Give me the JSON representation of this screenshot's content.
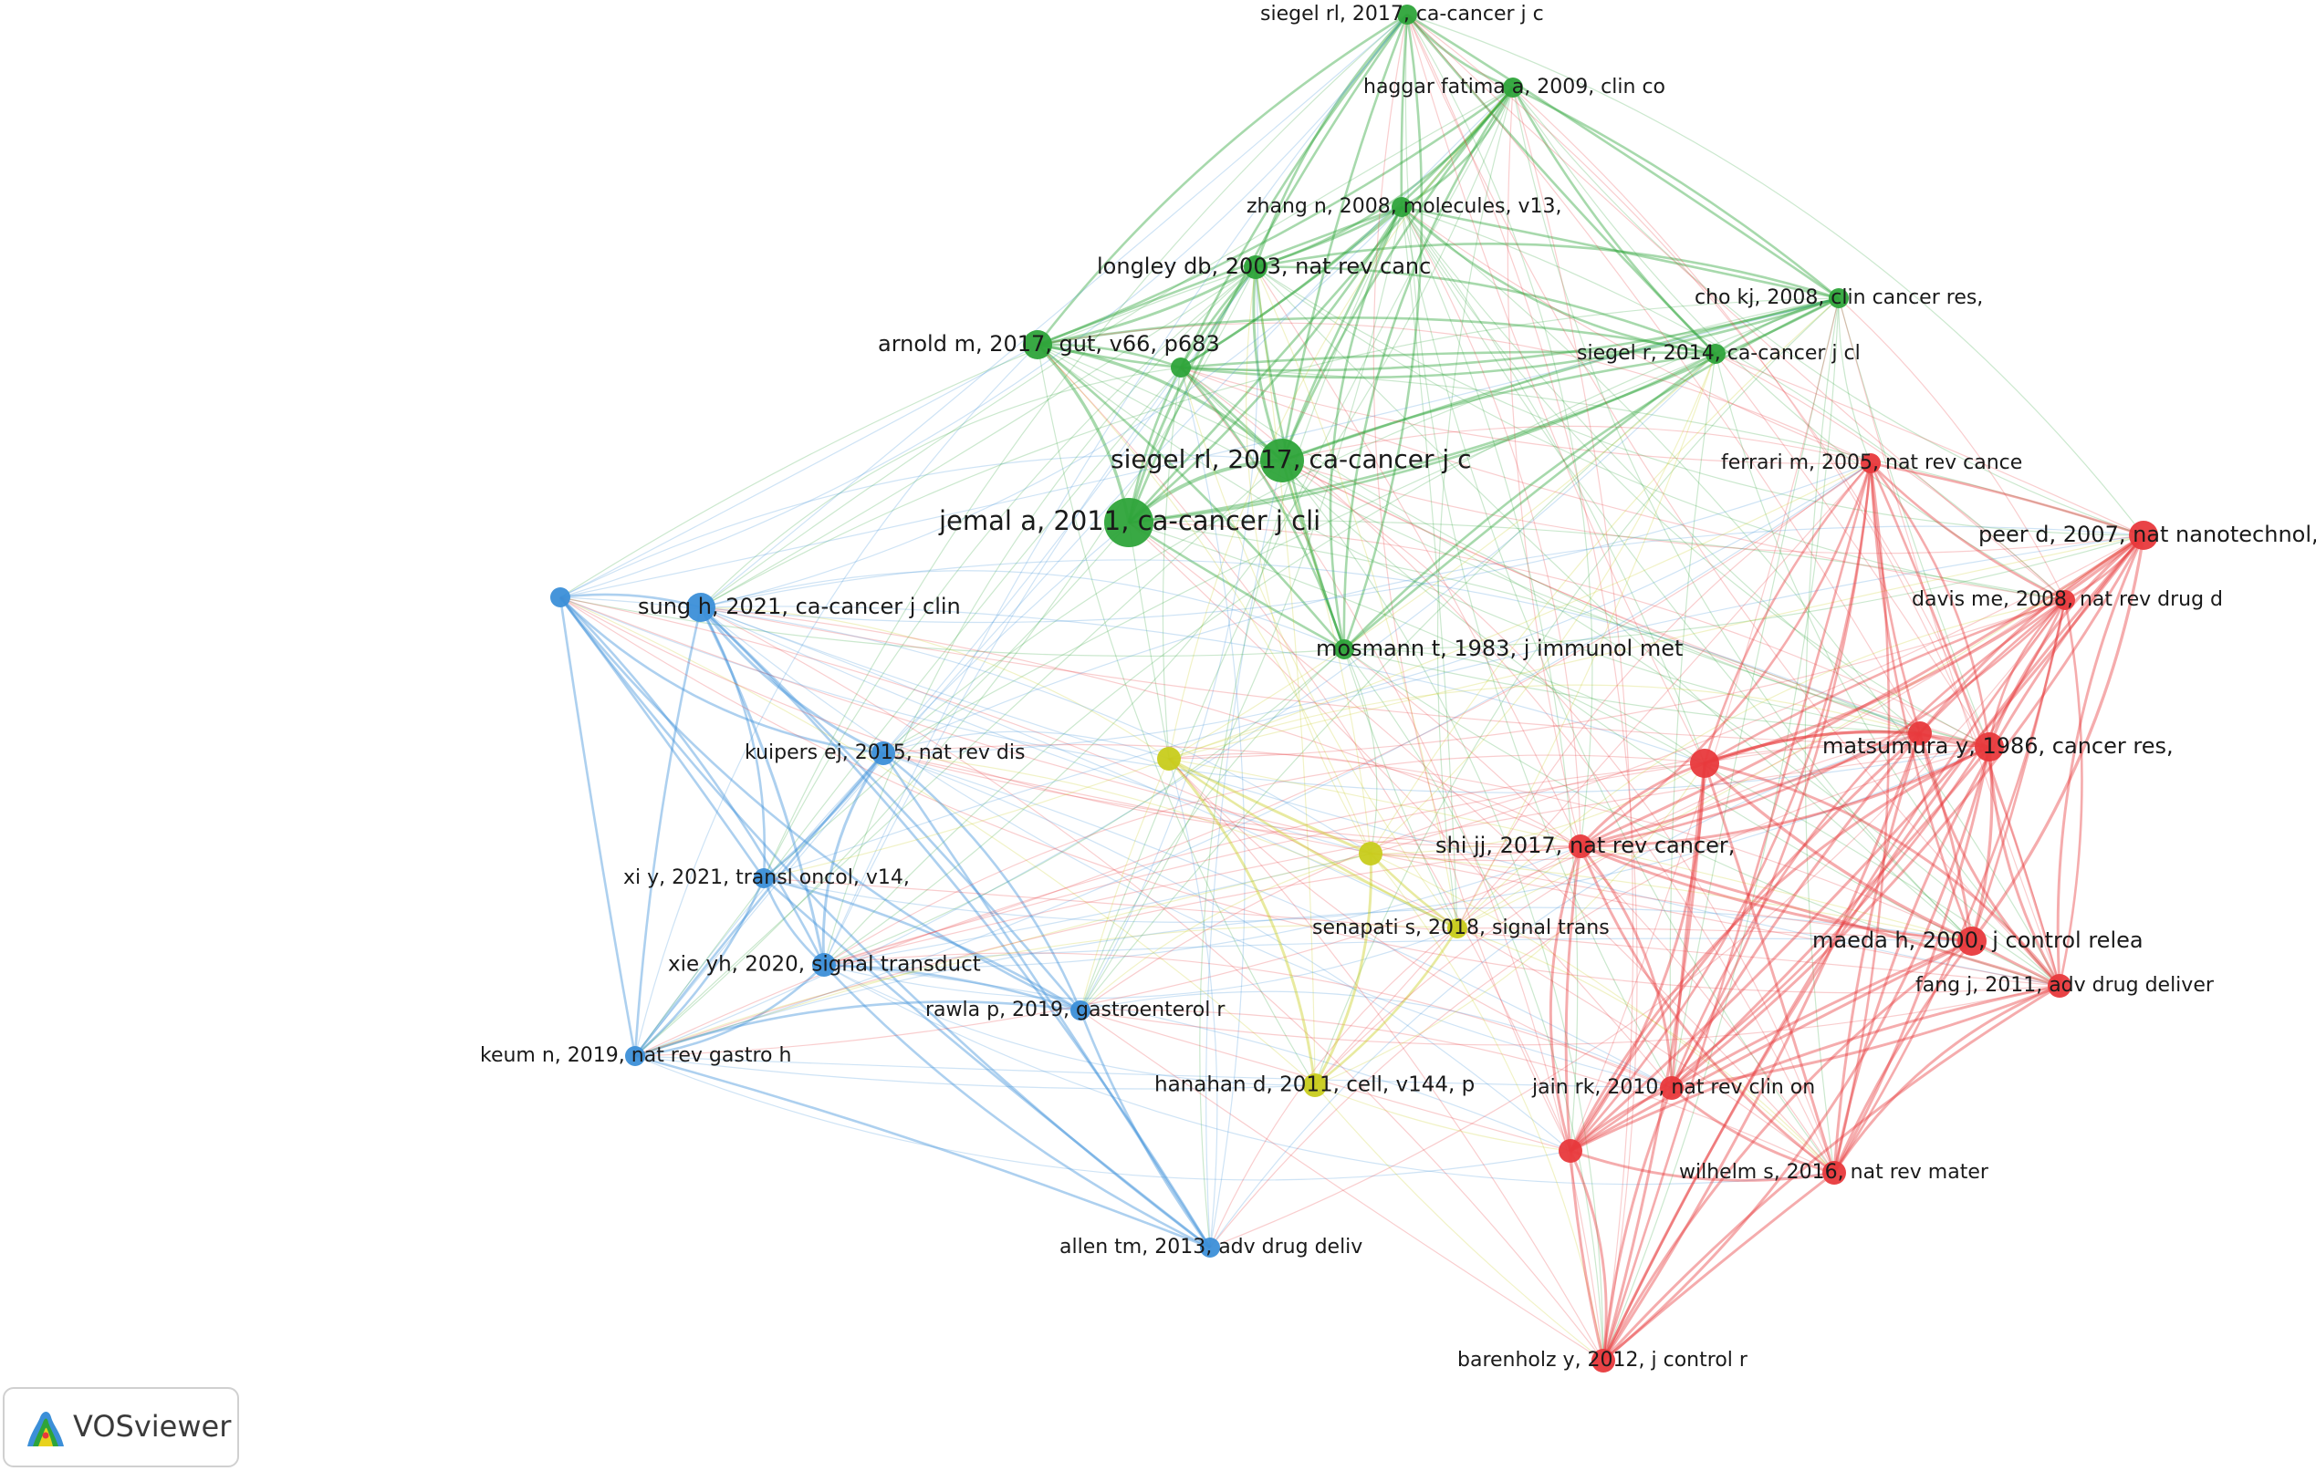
{
  "branding": {
    "logo_text": "VOSviewer"
  },
  "colors": {
    "cluster_red": "#e8393c",
    "cluster_green": "#2ea43a",
    "cluster_blue": "#3c8fd8",
    "cluster_yellow": "#c8cc1c"
  },
  "nodes": [
    {
      "id": "jemal2011",
      "label": "jemal a, 2011, ca-cancer j cli",
      "cluster": "green",
      "weight": 10
    },
    {
      "id": "siegel2017b",
      "label": "siegel rl, 2017, ca-cancer j c",
      "cluster": "green",
      "weight": 8
    },
    {
      "id": "arnold2017",
      "label": "arnold m, 2017, gut, v66, p683",
      "cluster": "green",
      "weight": 6
    },
    {
      "id": "greenA",
      "label": "",
      "cluster": "green",
      "weight": 4
    },
    {
      "id": "longley2003",
      "label": "longley db, 2003, nat rev canc",
      "cluster": "green",
      "weight": 5
    },
    {
      "id": "zhang2008",
      "label": "zhang n, 2008, molecules, v13,",
      "cluster": "green",
      "weight": 4
    },
    {
      "id": "haggar2009",
      "label": "haggar fatima a, 2009, clin co",
      "cluster": "green",
      "weight": 4
    },
    {
      "id": "siegel2017a",
      "label": "siegel rl, 2017, ca-cancer j c",
      "cluster": "green",
      "weight": 4
    },
    {
      "id": "cho2008",
      "label": "cho kj, 2008, clin cancer res,",
      "cluster": "green",
      "weight": 4
    },
    {
      "id": "siegel2014",
      "label": "siegel r, 2014, ca-cancer j cl",
      "cluster": "green",
      "weight": 4
    },
    {
      "id": "mosmann1983",
      "label": "mosmann t, 1983, j immunol met",
      "cluster": "green",
      "weight": 4
    },
    {
      "id": "sung2021",
      "label": "sung h, 2021, ca-cancer j clin",
      "cluster": "blue",
      "weight": 6
    },
    {
      "id": "blueA",
      "label": "",
      "cluster": "blue",
      "weight": 4
    },
    {
      "id": "kuipers2015",
      "label": "kuipers ej, 2015, nat rev dis",
      "cluster": "blue",
      "weight": 5
    },
    {
      "id": "xi2021",
      "label": "xi y, 2021, transl oncol, v14,",
      "cluster": "blue",
      "weight": 4
    },
    {
      "id": "xie2020",
      "label": "xie yh, 2020, signal transduct",
      "cluster": "blue",
      "weight": 5
    },
    {
      "id": "keum2019",
      "label": "keum n, 2019, nat rev gastro h",
      "cluster": "blue",
      "weight": 4
    },
    {
      "id": "rawla2019",
      "label": "rawla p, 2019, gastroenterol r",
      "cluster": "blue",
      "weight": 4
    },
    {
      "id": "allen2013",
      "label": "allen tm, 2013, adv drug deliv",
      "cluster": "blue",
      "weight": 4
    },
    {
      "id": "yellowA",
      "label": "",
      "cluster": "yellow",
      "weight": 5
    },
    {
      "id": "yellowB",
      "label": "",
      "cluster": "yellow",
      "weight": 5
    },
    {
      "id": "senapati2018",
      "label": "senapati s, 2018, signal trans",
      "cluster": "yellow",
      "weight": 4
    },
    {
      "id": "hanahan2011",
      "label": "hanahan d, 2011, cell, v144, p",
      "cluster": "yellow",
      "weight": 5
    },
    {
      "id": "peer2007",
      "label": "peer d, 2007, nat nanotechnol,",
      "cluster": "red",
      "weight": 6
    },
    {
      "id": "ferrari2005",
      "label": "ferrari m, 2005, nat rev cance",
      "cluster": "red",
      "weight": 4
    },
    {
      "id": "davis2008",
      "label": "davis me, 2008, nat rev drug d",
      "cluster": "red",
      "weight": 4
    },
    {
      "id": "matsumura1986",
      "label": "matsumura y, 1986, cancer res,",
      "cluster": "red",
      "weight": 6
    },
    {
      "id": "redA",
      "label": "",
      "cluster": "red",
      "weight": 5
    },
    {
      "id": "redB",
      "label": "",
      "cluster": "red",
      "weight": 6
    },
    {
      "id": "shi2017",
      "label": "shi jj, 2017, nat rev cancer,",
      "cluster": "red",
      "weight": 5
    },
    {
      "id": "maeda2000",
      "label": "maeda h, 2000, j control relea",
      "cluster": "red",
      "weight": 6
    },
    {
      "id": "fang2011",
      "label": "fang j, 2011, adv drug deliver",
      "cluster": "red",
      "weight": 5
    },
    {
      "id": "jain2010",
      "label": "jain rk, 2010, nat rev clin on",
      "cluster": "red",
      "weight": 5
    },
    {
      "id": "redC",
      "label": "",
      "cluster": "red",
      "weight": 5
    },
    {
      "id": "wilhelm2016",
      "label": "wilhelm s, 2016, nat rev mater",
      "cluster": "red",
      "weight": 5
    },
    {
      "id": "barenholz2012",
      "label": "barenholz y, 2012, j control r",
      "cluster": "red",
      "weight": 5
    }
  ]
}
